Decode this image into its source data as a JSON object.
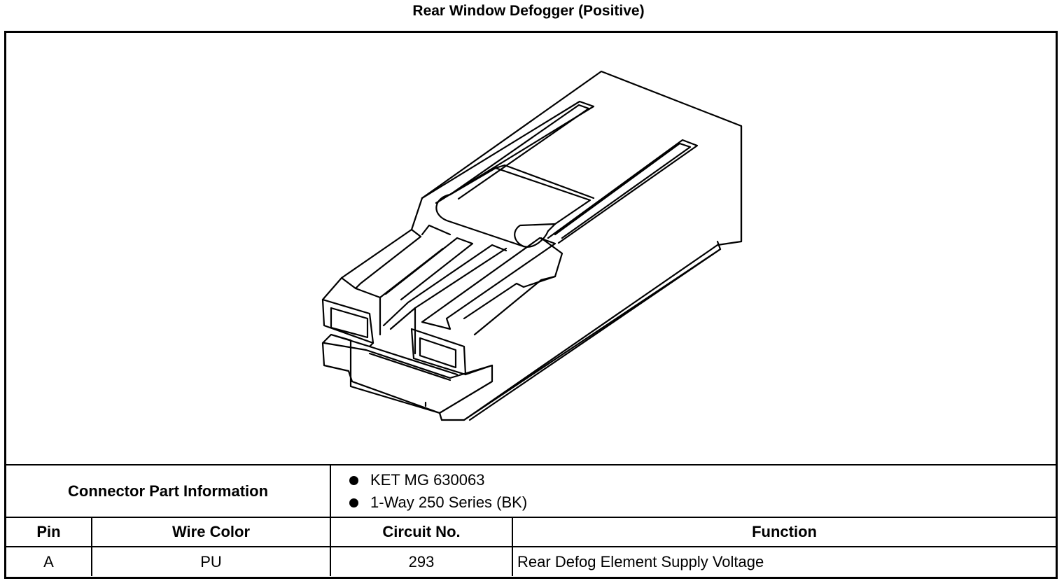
{
  "title": "Rear Window Defogger (Positive)",
  "connector": {
    "label": "Connector Part Information",
    "items": [
      "KET MG 630063",
      "1-Way 250 Series (BK)"
    ]
  },
  "table": {
    "headers": [
      "Pin",
      "Wire Color",
      "Circuit No.",
      "Function"
    ],
    "rows": [
      {
        "pin": "A",
        "wire_color": "PU",
        "circuit": "293",
        "function": "Rear Defog Element Supply Voltage"
      }
    ]
  }
}
